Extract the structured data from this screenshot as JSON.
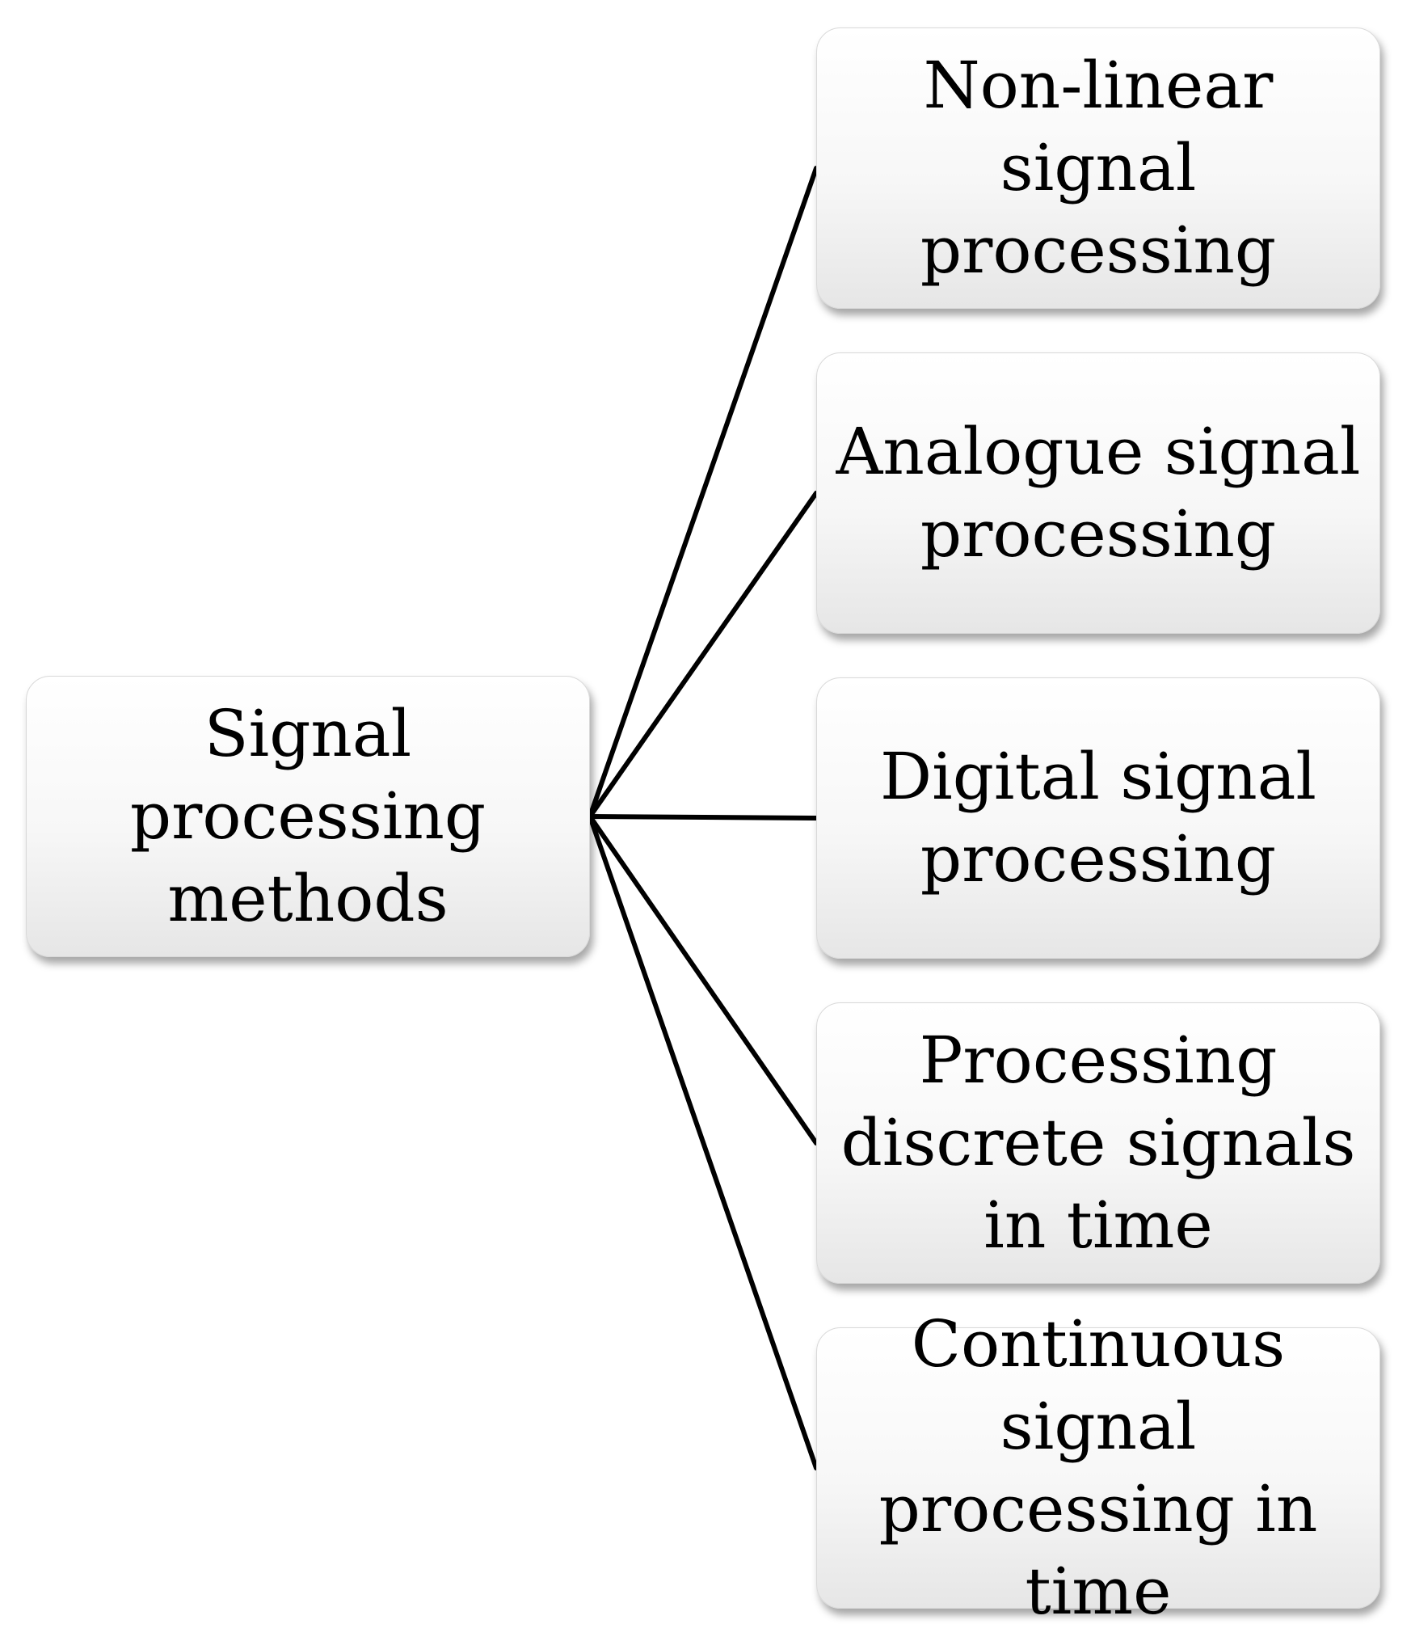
{
  "diagram": {
    "root": {
      "label": "Signal processing methods"
    },
    "children": [
      {
        "label": "Non-linear signal processing"
      },
      {
        "label": "Analogue signal processing"
      },
      {
        "label": "Digital signal processing"
      },
      {
        "label": "Processing discrete signals in time"
      },
      {
        "label": "Continuous signal processing in time"
      }
    ]
  }
}
